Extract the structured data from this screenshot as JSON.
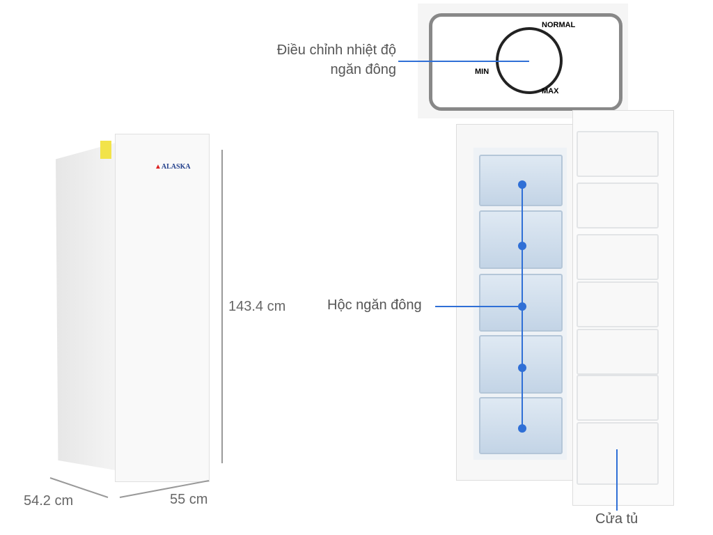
{
  "brand": "ALASKA",
  "accent_color": "#2f6fd6",
  "dimensions": {
    "height": "143.4 cm",
    "depth": "54.2 cm",
    "width": "55 cm"
  },
  "dial": {
    "normal": "NORMAL",
    "min": "MIN",
    "max": "MAX"
  },
  "labels": {
    "thermostat_line1": "Điều chỉnh nhiệt độ",
    "thermostat_line2": "ngăn đông",
    "drawers": "Hộc ngăn đông",
    "door": "Cửa tủ"
  }
}
